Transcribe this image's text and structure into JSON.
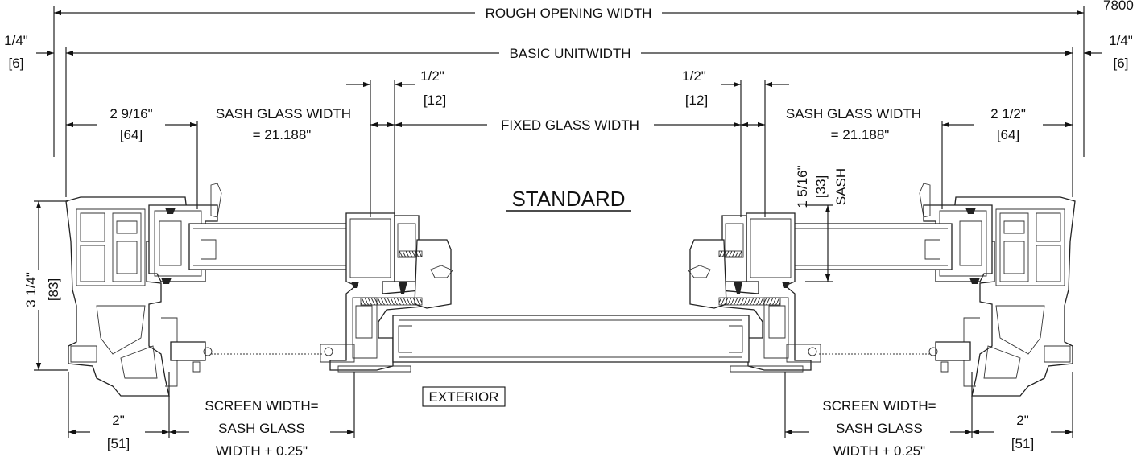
{
  "drawing_number": "7800",
  "title": "STANDARD",
  "dims": {
    "rough_opening": "ROUGH OPENING WIDTH",
    "basic_unit": "BASIC UNITWIDTH",
    "left_quarter": "1/4\"",
    "left_quarter_mm": "[6]",
    "right_quarter": "1/4\"",
    "right_quarter_mm": "[6]",
    "left_half": "1/2\"",
    "left_half_mm": "[12]",
    "right_half": "1/2\"",
    "right_half_mm": "[12]",
    "fixed_glass": "FIXED GLASS WIDTH",
    "left_sash_glass_1": "SASH GLASS WIDTH",
    "left_sash_glass_2": "= 21.188\"",
    "right_sash_glass_1": "SASH GLASS WIDTH",
    "right_sash_glass_2": "= 21.188\"",
    "left_side": "2 9/16\"",
    "left_side_mm": "[64]",
    "right_side": "2 1/2\"",
    "right_side_mm": "[64]",
    "height": "3 1/4\"",
    "height_mm": "[83]",
    "sash_height": "1 5/16\"",
    "sash_height_mm": "[33]",
    "sash_label": "SASH",
    "left_bottom": "2\"",
    "left_bottom_mm": "[51]",
    "right_bottom": "2\"",
    "right_bottom_mm": "[51]",
    "left_screen_1": "SCREEN WIDTH=",
    "left_screen_2": "SASH GLASS",
    "left_screen_3": "WIDTH + 0.25\"",
    "right_screen_1": "SCREEN WIDTH=",
    "right_screen_2": "SASH GLASS",
    "right_screen_3": "WIDTH + 0.25\""
  },
  "exterior_label": "EXTERIOR"
}
